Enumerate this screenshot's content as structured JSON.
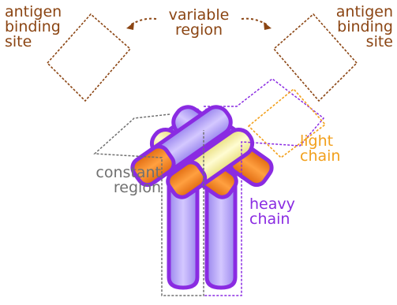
{
  "labels": {
    "antigen_left": [
      "antigen",
      "binding",
      "site"
    ],
    "antigen_right": [
      "antigen",
      "binding",
      "site"
    ],
    "variable_region": [
      "variable",
      "region"
    ],
    "constant_region": [
      "constant",
      "region"
    ],
    "heavy_chain": [
      "heavy",
      "chain"
    ],
    "light_chain": [
      "light",
      "chain"
    ]
  },
  "colors": {
    "heavy_chain": "#b9a6f6",
    "heavy_chain_outline": "#8a2be2",
    "light_chain": "#f7f0a8",
    "variable_tip": "#f07a1a",
    "annotation_brown": "#8b4513",
    "annotation_grey": "#707070",
    "annotation_orange": "#f2a01c"
  }
}
